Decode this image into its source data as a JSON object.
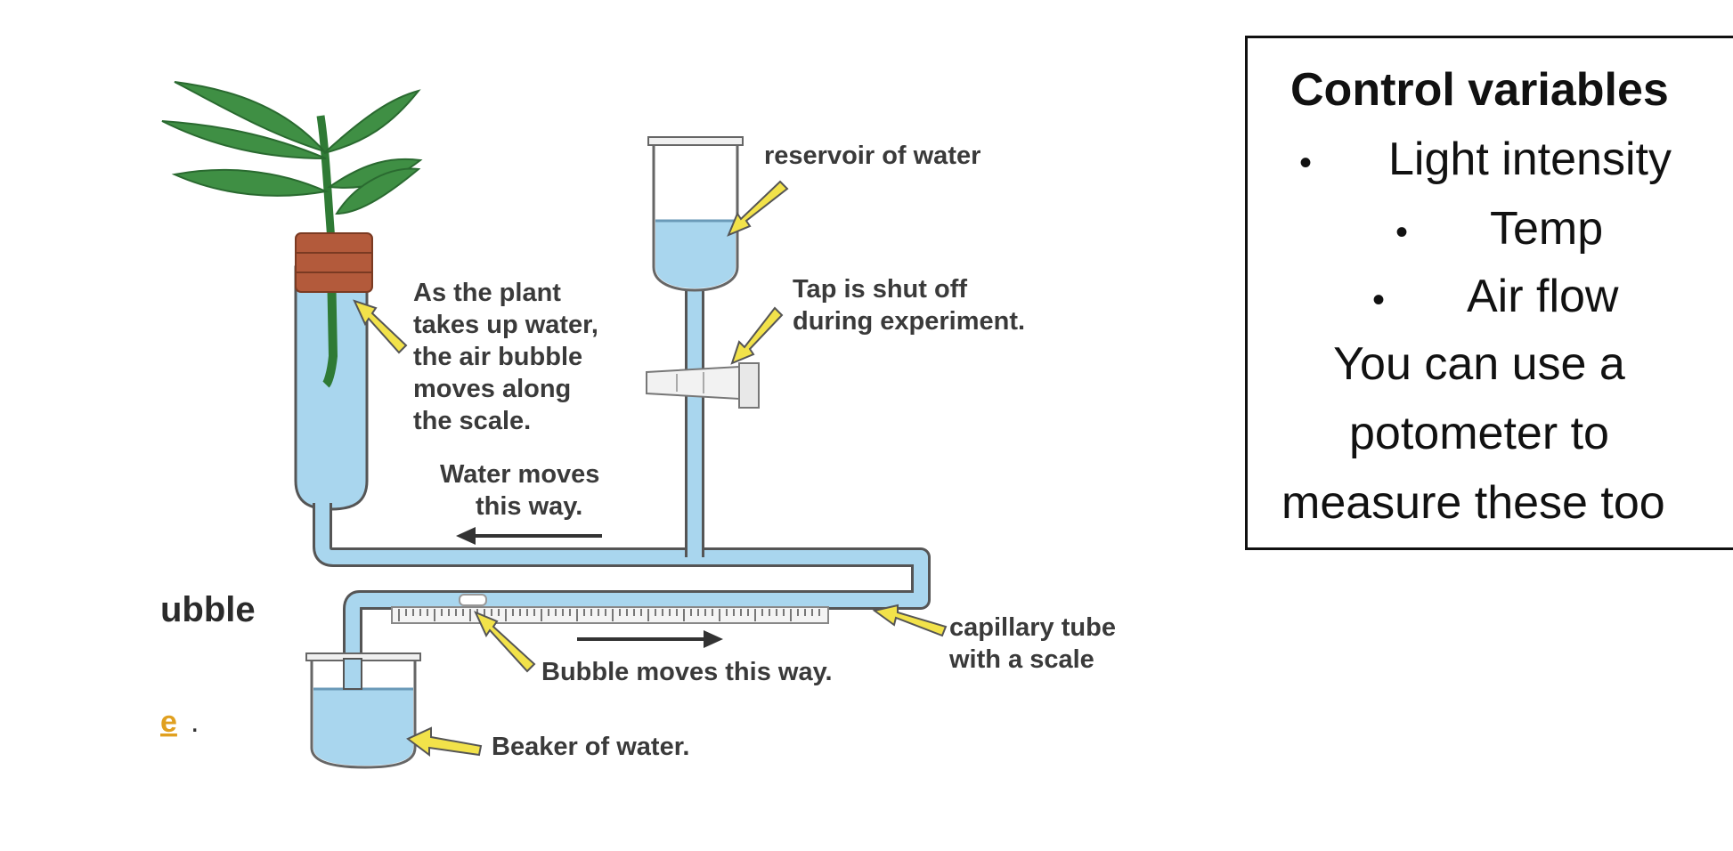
{
  "diagram": {
    "labels": {
      "reservoir": "reservoir of water",
      "tap_line1": "Tap is shut off",
      "tap_line2": "during experiment.",
      "plant_line1": "As the plant",
      "plant_line2": "takes up water,",
      "plant_line3": "the air bubble",
      "plant_line4": "moves along",
      "plant_line5": "the scale.",
      "water_line1": "Water moves",
      "water_line2": "this way.",
      "bubble_moves": "Bubble moves this way.",
      "capillary_line1": "capillary tube",
      "capillary_line2": "with a scale",
      "beaker": "Beaker of water."
    },
    "fragments": {
      "left_word": "ubble",
      "left_link": "e"
    }
  },
  "control_box": {
    "title": "Control variables",
    "items": [
      "Light intensity",
      "Temp",
      "Air flow"
    ],
    "note_lines": [
      "You can use a",
      "potometer to",
      "measure these too"
    ]
  },
  "colors": {
    "water": "#a9d6ee",
    "leaf": "#3f8f44",
    "pot": "#b35a3b",
    "arrow": "#f2e24a",
    "link": "#e0a020"
  }
}
